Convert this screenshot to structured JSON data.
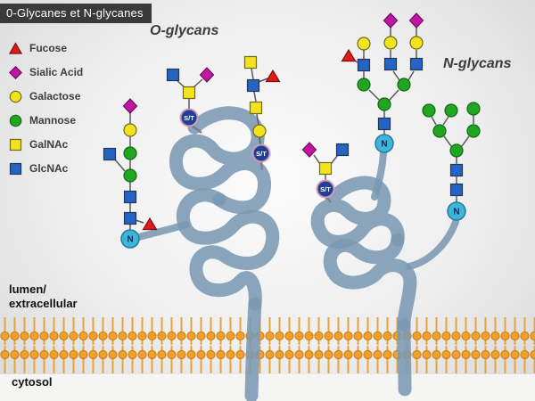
{
  "title": "0-Glycanes et N-glycanes",
  "section_labels": {
    "o_glycans": "O-glycans",
    "n_glycans": "N-glycans"
  },
  "membrane_labels": {
    "lumen_line1": "lumen/",
    "lumen_line2": "extracellular",
    "cytosol": "cytosol"
  },
  "legend": {
    "items": [
      {
        "label": "Fucose",
        "shape": "triangle",
        "color": "#de1b1b"
      },
      {
        "label": "Sialic Acid",
        "shape": "diamond",
        "color": "#bf17a3"
      },
      {
        "label": "Galactose",
        "shape": "circle",
        "color": "#f3e31f"
      },
      {
        "label": "Mannose",
        "shape": "circle",
        "color": "#21a621"
      },
      {
        "label": "GalNAc",
        "shape": "square",
        "color": "#f3e31f"
      },
      {
        "label": "GlcNAc",
        "shape": "square",
        "color": "#2563c4"
      }
    ]
  },
  "attachment_labels": {
    "o_site": "S/T",
    "n_site": "N"
  },
  "colors": {
    "protein": "#7b99b4",
    "membrane_head": "#f0a02a",
    "membrane_tail": "#e8a33d",
    "fucose": "#de1b1b",
    "sialic_acid": "#bf17a3",
    "galactose": "#f3e31f",
    "mannose": "#21a621",
    "galnac": "#f3e31f",
    "glcnac": "#2563c4",
    "o_site_fill": "#203f96",
    "n_site_fill": "#3fb4d8"
  }
}
